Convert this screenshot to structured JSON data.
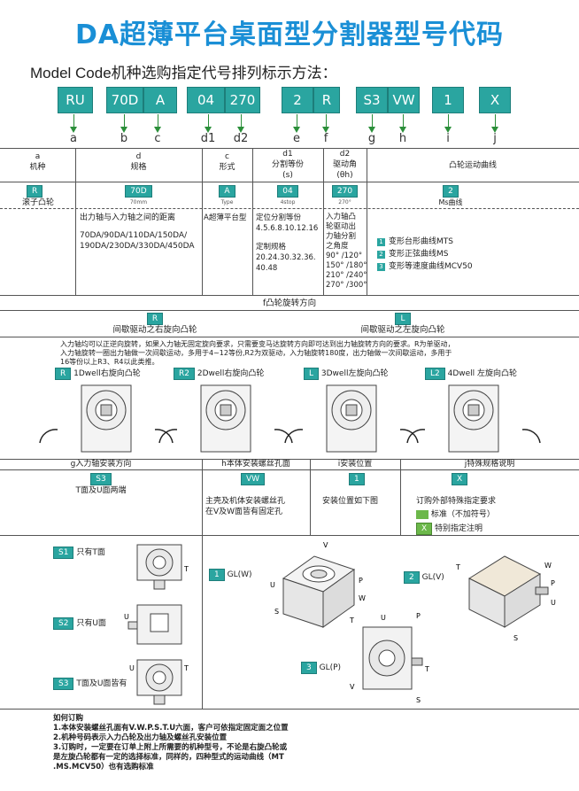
{
  "title": "DA超薄平台桌面型分割器型号代码",
  "subtitle": "Model Code机种选购指定代号排列标示方法：",
  "code_boxes": [
    "RU",
    "70D",
    "A",
    "04",
    "270",
    "2",
    "R",
    "S3",
    "VW",
    "1",
    "X"
  ],
  "code_letters": [
    "a",
    "b",
    "c",
    "d1",
    "d2",
    "e",
    "f",
    "g",
    "h",
    "i",
    "j"
  ],
  "table": {
    "head": {
      "a_top": "a",
      "a_name": "机种",
      "d_top": "d",
      "d_name": "规格",
      "c_top": "c",
      "c_name": "形式",
      "d1_top": "d1",
      "d1_name": "分割等份",
      "d1_sub": "(s)",
      "d2_top": "d2",
      "d2_name": "驱动角",
      "d2_sub": "(θh)",
      "e_name": "凸轮运动曲线"
    },
    "example": {
      "a_tag": "R",
      "a_text": "滚子凸轮",
      "d_tag": "70D",
      "d_sub": "70mm",
      "c_tag": "A",
      "c_sub": "Type",
      "d1_tag": "04",
      "d1_sub": "4stop",
      "d2_tag": "270",
      "d2_sub": "270°",
      "e_tag": "2",
      "e_sub": "Ms曲线"
    },
    "detail": {
      "d_line1": "出力轴与入力轴之间的距离",
      "d_line2": "70DA/90DA/110DA/150DA/",
      "d_line3": "190DA/230DA/330DA/450DA",
      "c_text": "A超薄平台型",
      "d1_line1": "定位分割等份",
      "d1_line2": "4.5.6.8.10.12.16",
      "d1_line3": "定制规格",
      "d1_line4": "20.24.30.32.36.",
      "d1_line5": "40.48",
      "d2_line1": "入力轴凸",
      "d2_line2": "轮驱动出",
      "d2_line3": "力轴分割",
      "d2_line4": "之角度",
      "d2_line5": "90° /120°",
      "d2_line6": "150° /180°",
      "d2_line7": "210° /240°",
      "d2_line8": "270° /300°",
      "curves": [
        {
          "num": "1",
          "text": "变形台形曲线MTS"
        },
        {
          "num": "2",
          "text": "变形正弦曲线MS"
        },
        {
          "num": "3",
          "text": "变形等速度曲线MCV50"
        }
      ]
    }
  },
  "rotation": {
    "header": "f凸轮旋转方向",
    "r_tag": "R",
    "r_text": "间歇驱动之右旋向凸轮",
    "l_tag": "L",
    "l_text": "间歇驱动之左旋向凸轮",
    "desc1": "入力轴均可以正逆向旋转，如果入力轴无固定旋向要求，只需要变马达旋转方向即可达到出力轴旋转方向的要求。R为单驱动，",
    "desc2": "入力轴旋转一圈出力轴做一次间歇运动，多用于4~12等份,R2为双驱动，入力轴旋转180度，出力轴做一次间歇运动，多用于",
    "desc3": "16等份以上R3、R4以此类推。",
    "diagrams": [
      {
        "tag": "R",
        "label": "1Dwell右旋向凸轮"
      },
      {
        "tag": "R2",
        "label": "2Dwell右旋向凸轮"
      },
      {
        "tag": "L",
        "label": "3Dwell左旋向凸轮"
      },
      {
        "tag": "L2",
        "label": "4Dwell 左旋向凸轮"
      }
    ]
  },
  "lower": {
    "g_header": "g入力轴安装方向",
    "g_tag": "S3",
    "g_text": "T面及U面两端",
    "h_header": "h本体安装螺丝孔面",
    "h_tag": "VW",
    "h_text1": "主壳及机体安装螺丝孔",
    "h_text2": "在V及W面皆有固定孔",
    "i_header": "i安装位置",
    "i_tag": "1",
    "i_text": "安装位置如下图",
    "j_header": "j特殊规格说明",
    "j_tag": "X",
    "j_text": "订购外部特殊指定要求",
    "j_std": "标准（不加符号）",
    "j_x_tag": "X",
    "j_x": "特别指定注明"
  },
  "mount": {
    "s1_tag": "S1",
    "s1_text": "只有T面",
    "s2_tag": "S2",
    "s2_text": "只有U面",
    "s3_tag": "S3",
    "s3_text": "T面及U面皆有",
    "gl1_num": "1",
    "gl1_text": "GL(W)",
    "gl2_num": "2",
    "gl2_text": "GL(V)",
    "gl3_num": "3",
    "gl3_text": "GL(P)"
  },
  "order": {
    "title": "如何订购",
    "line1": "1.本体安装螺丝孔面有V.W.P.S.T.U六面，客户可依指定固定面之位置",
    "line2": "2.机种号码表示入力凸轮及出力轴及螺丝孔安装位置",
    "line3": "3.订购时，一定要在订单上附上所需要的机种型号，不论是右旋凸轮或",
    "line4": "是左旋凸轮都有一定的选择标准，同样的，四种型式的运动曲线（MT",
    "line5": ".MS.MCV50）也有选购标准"
  },
  "colors": {
    "title": "#1a8fd6",
    "tag": "#2aa5a0",
    "arrow": "#2b8f3a"
  }
}
